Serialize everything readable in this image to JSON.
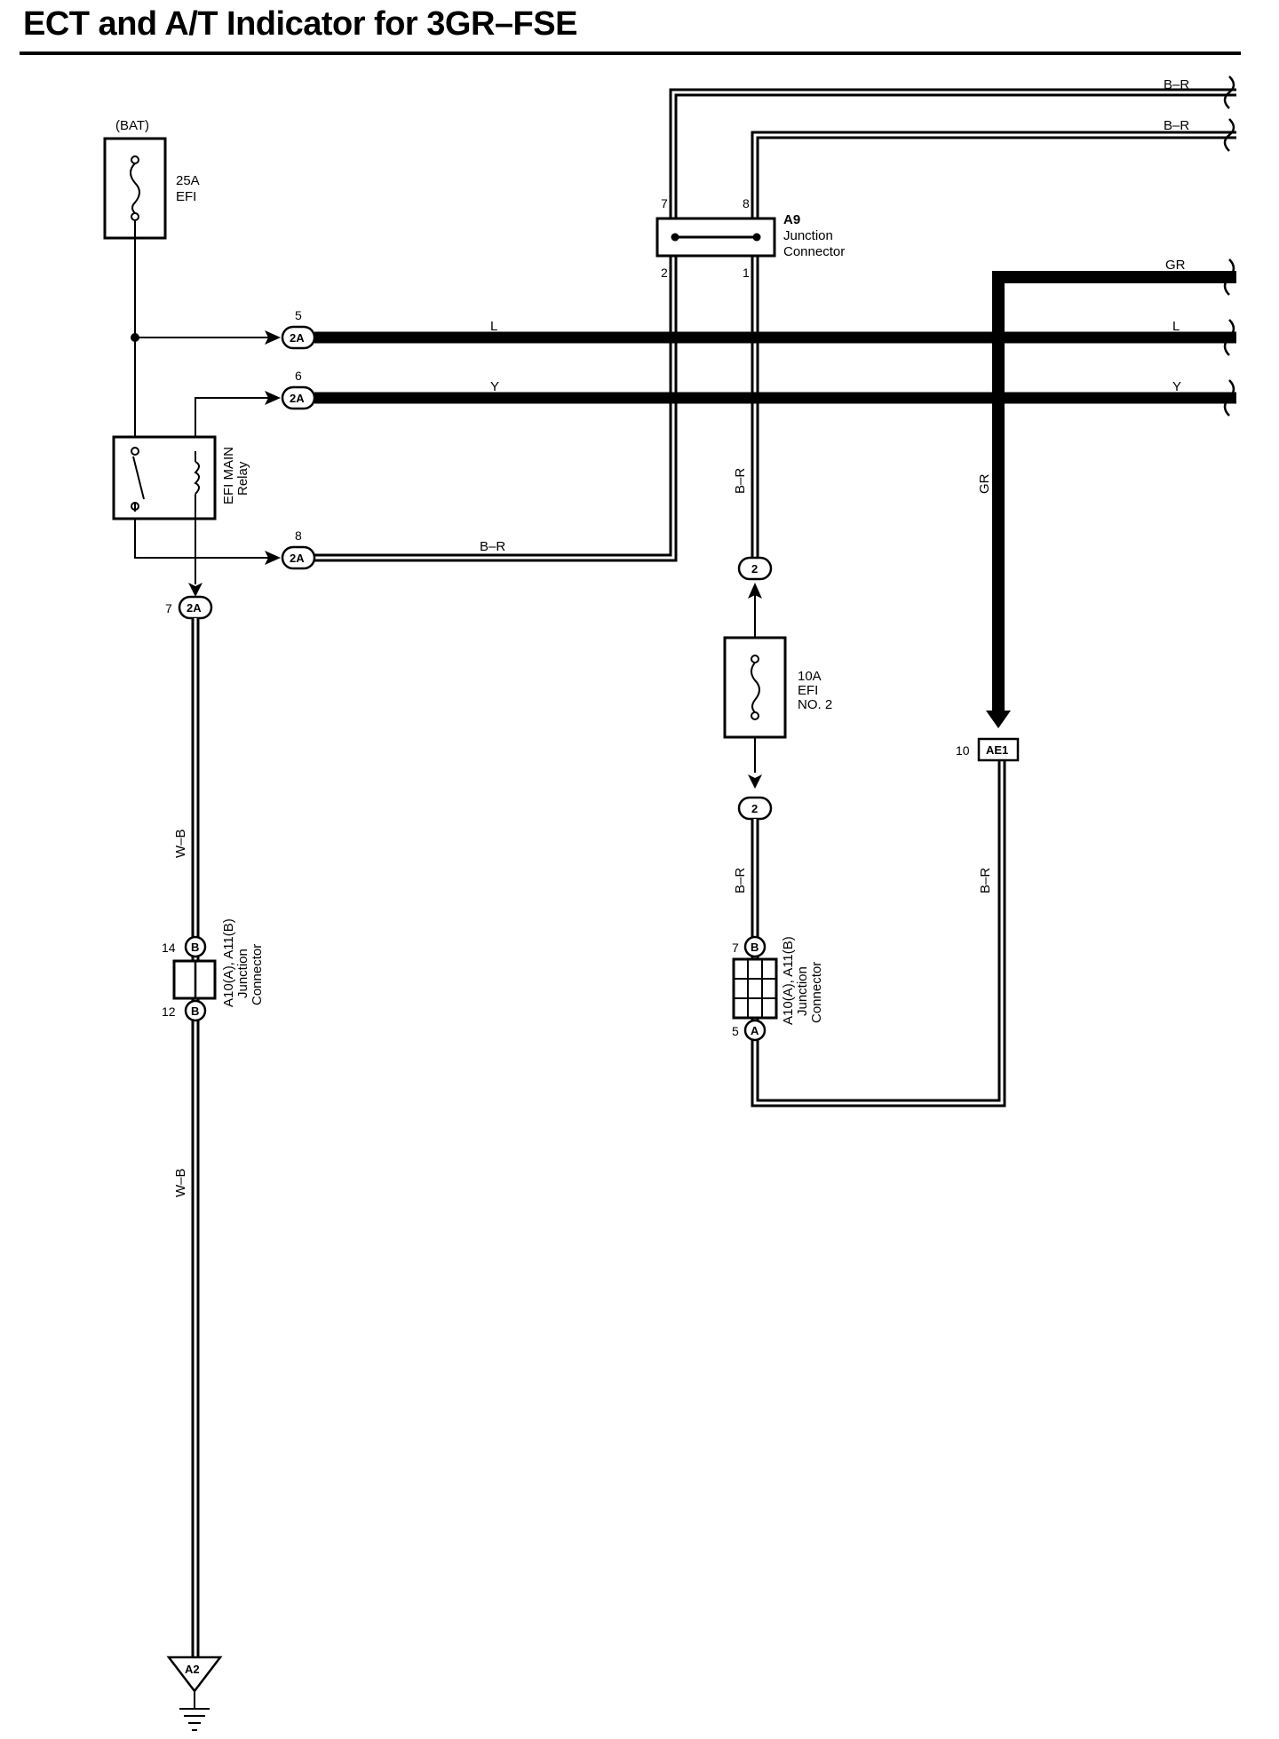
{
  "title": "ECT and A/T Indicator for 3GR–FSE",
  "components": {
    "bat_label": "(BAT)",
    "fuse_efi": {
      "rating": "25A",
      "name": "EFI"
    },
    "efi_main_relay": {
      "line1": "EFI MAIN",
      "line2": "Relay"
    },
    "fuse_efi_no2": {
      "rating": "10A",
      "line1": "EFI",
      "line2": "NO. 2"
    },
    "a9": {
      "id": "A9",
      "line1": "Junction",
      "line2": "Connector",
      "pins": [
        "7",
        "8",
        "2",
        "1"
      ]
    },
    "jc_left": {
      "id": "A10(A), A11(B)",
      "line1": "Junction",
      "line2": "Connector",
      "pin_top": "14",
      "pin_bottom": "12",
      "letter_top": "B",
      "letter_bottom": "B"
    },
    "jc_right": {
      "id": "A10(A), A11(B)",
      "line1": "Junction",
      "line2": "Connector",
      "pin_top": "7",
      "pin_bottom": "5",
      "letter_top": "B",
      "letter_bottom": "A"
    },
    "ae1": {
      "id": "AE1",
      "pin": "10"
    },
    "ground": {
      "id": "A2"
    }
  },
  "connectors_2a": [
    {
      "code": "2A",
      "pin": "5"
    },
    {
      "code": "2A",
      "pin": "6"
    },
    {
      "code": "2A",
      "pin": "8"
    },
    {
      "code": "2A",
      "pin": "7"
    }
  ],
  "connectors_2": [
    {
      "code": "2"
    },
    {
      "code": "2"
    }
  ],
  "wire_labels": {
    "top_br_1": "B–R",
    "top_br_2": "B–R",
    "gr_right": "GR",
    "l_mid": "L",
    "l_right": "L",
    "y_mid": "Y",
    "y_right": "Y",
    "br_relay": "B–R",
    "br_vert_upper": "B–R",
    "gr_vert": "GR",
    "br_vert_lower": "B–R",
    "br_vert_ae1": "B–R",
    "wb_upper": "W–B",
    "wb_lower": "W–B"
  }
}
